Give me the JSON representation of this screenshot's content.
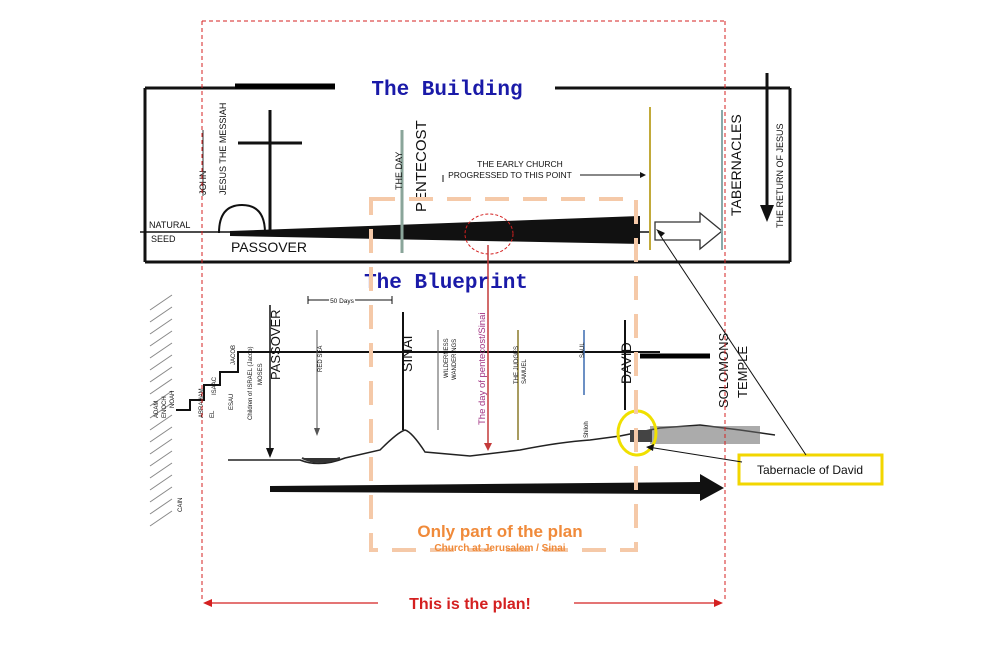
{
  "building": {
    "title": "The Building",
    "labels": {
      "john": "JOHN",
      "messiah": "JESUS THE MESSIAH",
      "natural": "NATURAL",
      "seed": "SEED",
      "passover": "PASSOVER",
      "the_day": "THE DAY",
      "pentecost": "PENTECOST",
      "early_church_1": "THE EARLY CHURCH",
      "early_church_2": "PROGRESSED TO THIS POINT",
      "tabernacles": "TABERNACLES",
      "return": "THE RETURN OF JESUS"
    }
  },
  "blueprint": {
    "title": "The Blueprint",
    "labels": {
      "fifty_days": "50 Days",
      "passover": "PASSOVER",
      "red_sea": "RED SEA",
      "sinai": "SINAI",
      "wilderness": "WILDERNESS",
      "wanderings": "WANDERINGS",
      "pentecost_note": "The day of pentecost/Sinai",
      "judges": "THE JUDGES",
      "samuel": "SAMUEL",
      "saul": "SAUL",
      "david": "DAVID",
      "solomons": "SOLOMONS",
      "temple": "TEMPLE",
      "shiloh": "Shiloh",
      "cain": "CAIN",
      "adam": "ADAM",
      "enoch": "ENOCH",
      "noah": "NOAH",
      "abraham": "ABRAHAM",
      "isaac": "ISAAC",
      "jacob": "JACOB",
      "el": "EL",
      "esau": "ESAU",
      "children": "Children of ISRAEL (Jacob)",
      "moses": "MOSES"
    }
  },
  "callouts": {
    "tabernacle_david": "Tabernacle of David",
    "only_part": "Only part of the plan",
    "church_sinai": "Church at Jerusalem / Sinai",
    "this_is_plan": "This is the plan!"
  },
  "colors": {
    "title_blue": "#1a1aa8",
    "plan_red": "#d42020",
    "only_part_orange": "#f08a3a",
    "box_peach": "#f5c9a8",
    "highlight_yellow": "#f0e000",
    "callout_yellow": "#f2d600"
  }
}
